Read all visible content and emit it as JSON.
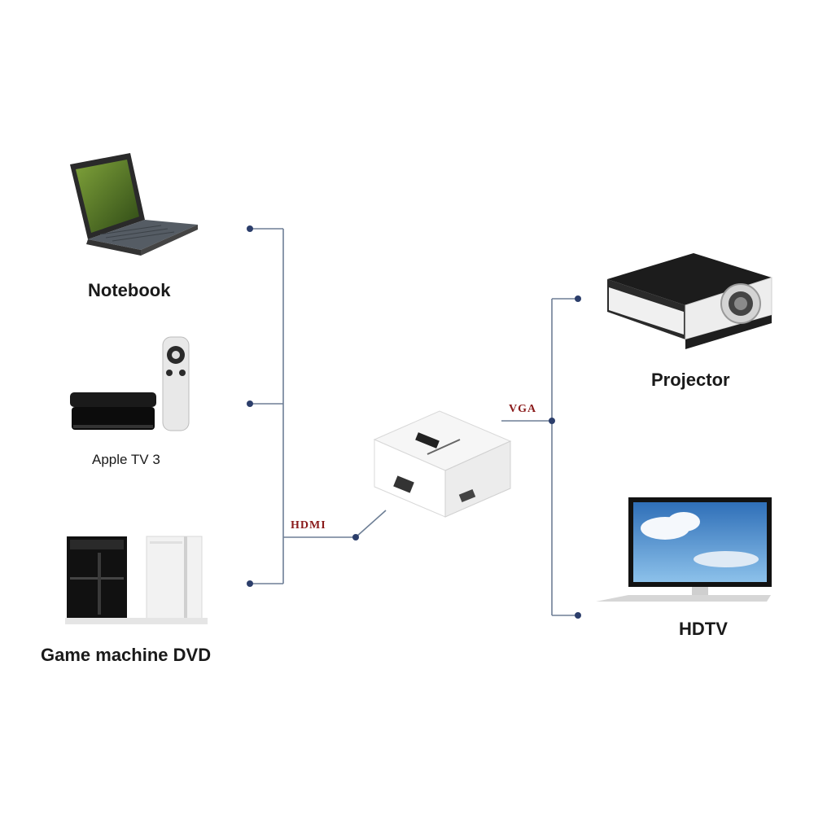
{
  "sources": [
    {
      "id": "notebook",
      "label": "Notebook",
      "icon": "laptop-icon"
    },
    {
      "id": "apple-tv",
      "label": "Apple TV 3",
      "icon": "apple-tv-icon"
    },
    {
      "id": "game-dvd",
      "label": "Game machine DVD",
      "icon": "game-console-icon"
    }
  ],
  "outputs": [
    {
      "id": "projector",
      "label": "Projector",
      "icon": "projector-icon"
    },
    {
      "id": "hdtv",
      "label": "HDTV",
      "icon": "monitor-icon"
    }
  ],
  "converter": {
    "icon": "hdmi-vga-converter-icon"
  },
  "connections": {
    "input_label": "HDMI",
    "output_label": "VGA"
  },
  "colors": {
    "line": "#6e7f96",
    "dot": "#2c3e6b",
    "port_label": "#8a1a1a",
    "text": "#1a1a1a"
  }
}
